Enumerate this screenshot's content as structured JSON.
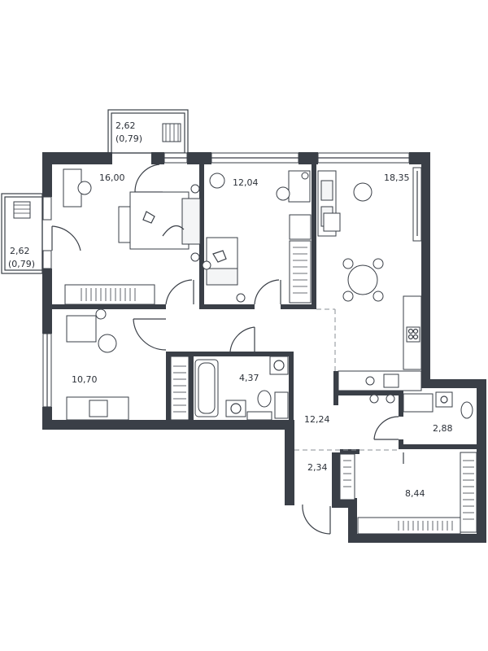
{
  "rooms": {
    "balcony_top": {
      "area": "2,62",
      "sub": "(0,79)"
    },
    "balcony_left": {
      "area": "2,62",
      "sub": "(0,79)"
    },
    "bedroom_main": {
      "area": "16,00"
    },
    "bedroom_center": {
      "area": "12,04"
    },
    "living_kitchen": {
      "area": "18,35"
    },
    "bedroom_small": {
      "area": "10,70"
    },
    "bathroom": {
      "area": "4,37"
    },
    "hall": {
      "area": "12,24"
    },
    "wc": {
      "area": "2,88"
    },
    "entry": {
      "area": "2,34"
    },
    "storage": {
      "area": "8,44"
    }
  },
  "colors": {
    "wall": "#3a3f47",
    "background": "#ffffff"
  }
}
